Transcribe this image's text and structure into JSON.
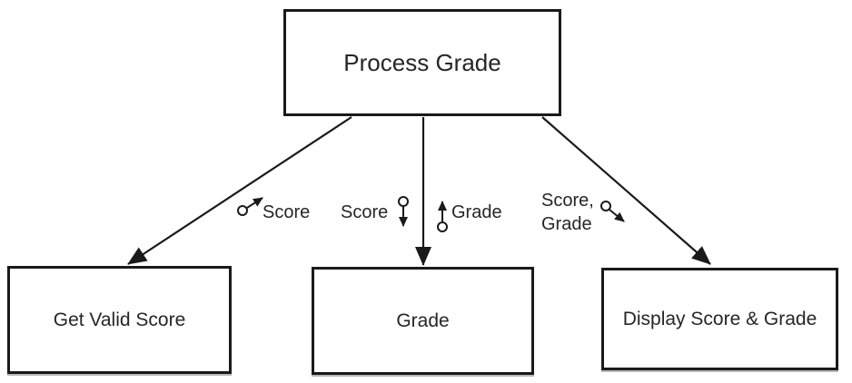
{
  "diagram": {
    "type": "structure-chart",
    "modules": {
      "top": {
        "label": "Process Grade"
      },
      "left": {
        "label": "Get Valid Score"
      },
      "middle": {
        "label": "Grade"
      },
      "right": {
        "label": "Display Score & Grade"
      }
    },
    "data_couples": {
      "score_to_left": {
        "label": "Score",
        "direction": "up-right"
      },
      "score_down_middle": {
        "label": "Score",
        "direction": "down"
      },
      "grade_up_middle": {
        "label": "Grade",
        "direction": "up"
      },
      "score_grade_to_right": {
        "label_line1": "Score,",
        "label_line2": "Grade",
        "direction": "down-right"
      }
    },
    "colors": {
      "line": "#1a1a1a",
      "text": "#262626",
      "background": "#ffffff"
    }
  }
}
